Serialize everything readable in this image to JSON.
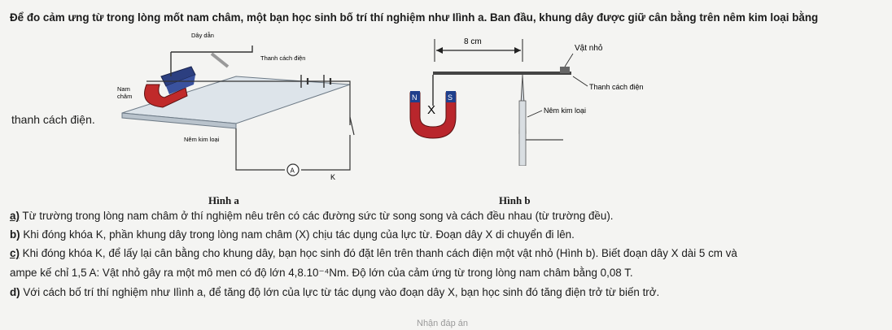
{
  "intro": "Để đo cảm ưng từ trong lòng mốt nam châm, một bạn học sinh bố trí thí nghiệm như Ilình a. Ban đầu, khung dây được giữ cân bằng trên nêm kim loại bằng",
  "intro_tail": "thanh cách điện.",
  "fig_a": {
    "wire_label": "Dây dẫn",
    "insulator_label": "Thanh cách điện",
    "magnet_label_1": "Nam",
    "magnet_label_2": "châm",
    "wedge_label": "Nêm kim loại",
    "ammeter": "A",
    "switch": "K",
    "caption": "Hình a"
  },
  "fig_b": {
    "distance": "8 cm",
    "object_label": "Vật nhỏ",
    "insulator_label": "Thanh cách điện",
    "wedge_label": "Nêm kim loại",
    "north": "N",
    "south": "S",
    "x_mark": "X",
    "caption": "Hình b"
  },
  "items": {
    "a_prefix": "a)",
    "a_text": " Từ trường trong lòng nam châm ở thí nghiệm nêu trên có các đường sức từ song song và cách đều nhau (từ trường đều).",
    "b_prefix": "b)",
    "b_text": " Khi đóng khóa K, phần khung dây trong lòng nam châm (X) chịu tác dụng của lực từ. Đoạn dây X di chuyển đi lên.",
    "c_prefix": "c)",
    "c_text_1": " Khi đóng khóa K, để lấy lại cân bằng cho khung dây, bạn học sinh đó đặt lên trên thanh cách điện một vật nhỏ (Hình b). Biết đoạn dây X dài 5 cm và",
    "c_text_2": "ampe kế chỉ 1,5 A: Vật nhỏ gây ra một mô men có độ lớn 4,8.10⁻⁴Nm. Độ lớn của cảm ứng từ trong lòng nam châm bằng 0,08 T.",
    "d_prefix": "d)",
    "d_text": " Với cách bố trí thí nghiệm như Ilình a, để tăng độ lớn của lực từ tác dụng vào đoạn dây X, bạn học sinh đó tăng điện trở từ biến trở."
  },
  "footer": "Nhận đáp án"
}
